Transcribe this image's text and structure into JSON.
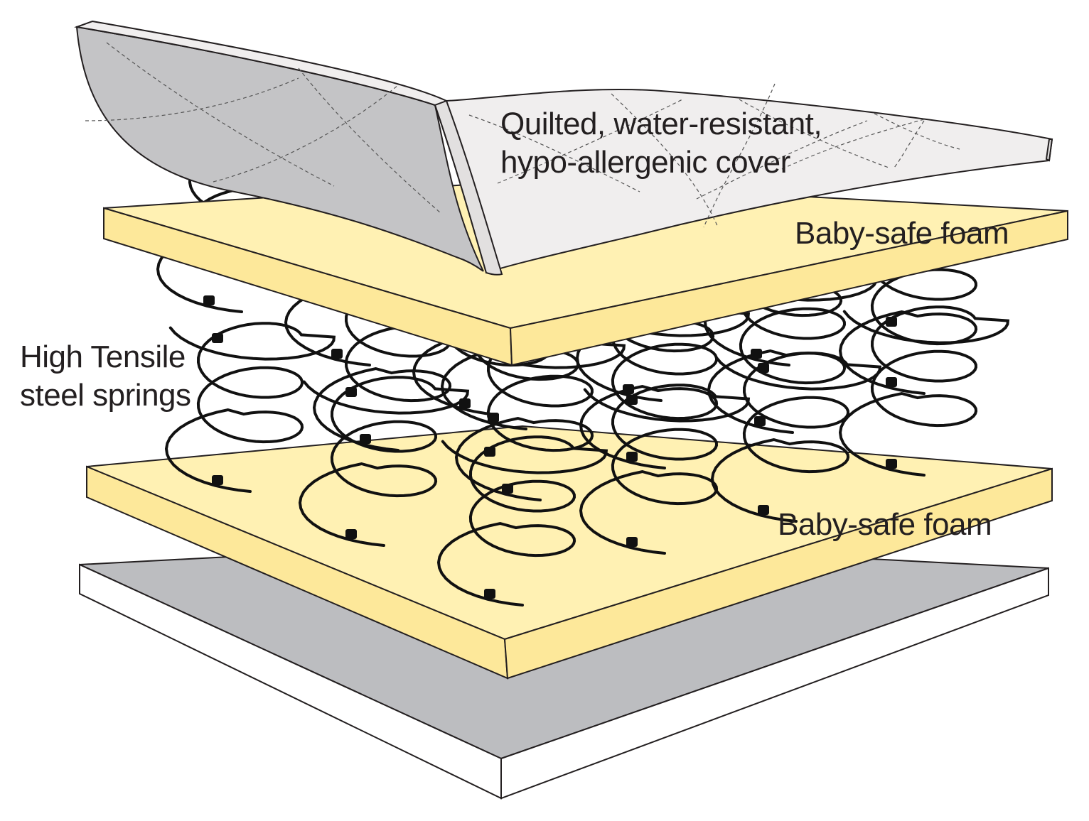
{
  "labels": {
    "cover": [
      "Quilted, water-resistant,",
      "hypo-allergenic cover"
    ],
    "foam_top": "Baby-safe foam",
    "springs": [
      "High Tensile",
      "steel springs"
    ],
    "foam_bottom": "Baby-safe foam"
  },
  "colors": {
    "foam": "#fff1b3",
    "foam_edge": "#fde89a",
    "base_top": "#bcbdc0",
    "base_edge": "#ffffff",
    "cover_top": "#f0eeee",
    "cover_side": "#c4c4c6",
    "spring": "#111111",
    "outline": "#231f20"
  },
  "layers": [
    "cover",
    "foam-top",
    "springs",
    "foam-bottom",
    "base"
  ]
}
